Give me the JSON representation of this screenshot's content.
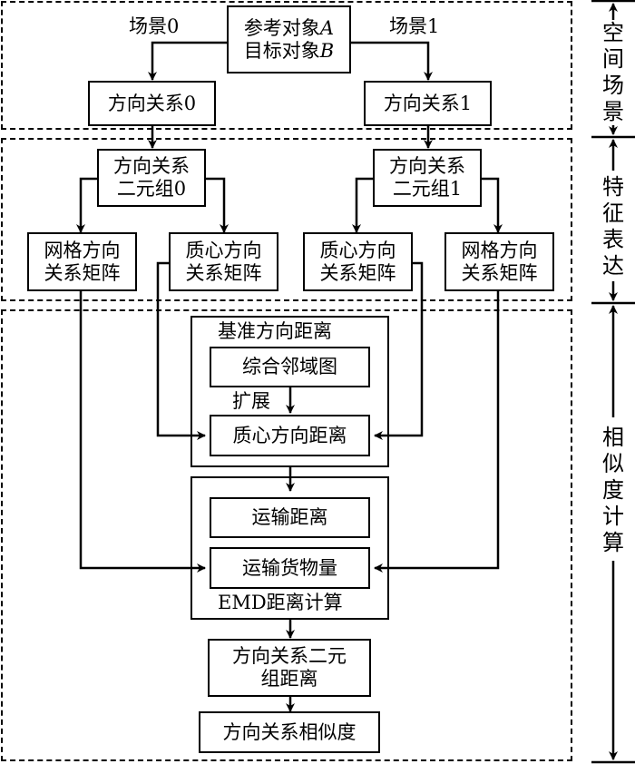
{
  "sections": {
    "spatial_scene": "空间场景",
    "feature_expression": "特征表达",
    "similarity_calculation": "相似度计算"
  },
  "top": {
    "input_line1_prefix": "参考对象",
    "input_line1_var": "A",
    "input_line2_prefix": "目标对象",
    "input_line2_var": "B",
    "scene0_label": "场景0",
    "scene1_label": "场景1",
    "dir_rel0": "方向关系0",
    "dir_rel1": "方向关系1"
  },
  "features": {
    "tuple0": [
      "方向关系",
      "二元组0"
    ],
    "tuple1": [
      "方向关系",
      "二元组1"
    ],
    "grid_matrix_left": [
      "网格方向",
      "关系矩阵"
    ],
    "centroid_matrix_left": [
      "质心方向",
      "关系矩阵"
    ],
    "centroid_matrix_right": [
      "质心方向",
      "关系矩阵"
    ],
    "grid_matrix_right": [
      "网格方向",
      "关系矩阵"
    ]
  },
  "similarity": {
    "base_distance_title": "基准方向距离",
    "neighborhood_graph": "综合邻域图",
    "extend_label": "扩展",
    "centroid_distance": "质心方向距离",
    "transport_distance": "运输距离",
    "transport_volume": "运输货物量",
    "emd_title": "EMD距离计算",
    "tuple_distance": [
      "方向关系二元",
      "组距离"
    ],
    "final_similarity": "方向关系相似度"
  }
}
